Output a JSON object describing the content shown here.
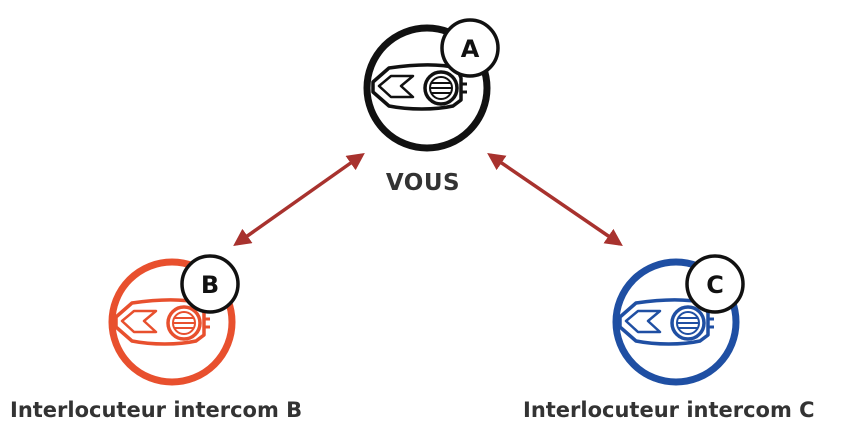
{
  "diagram": {
    "nodes": {
      "you": {
        "badge": "A",
        "caption": "VOUS",
        "color": "#111111"
      },
      "b": {
        "badge": "B",
        "caption": "Interlocuteur intercom B",
        "color": "#E8502E"
      },
      "c": {
        "badge": "C",
        "caption": "Interlocuteur intercom C",
        "color": "#1F4FA3"
      }
    },
    "connections": [
      {
        "from": "you",
        "to": "b",
        "bidirectional": true,
        "color": "#A8322E"
      },
      {
        "from": "you",
        "to": "c",
        "bidirectional": true,
        "color": "#A8322E"
      }
    ]
  }
}
